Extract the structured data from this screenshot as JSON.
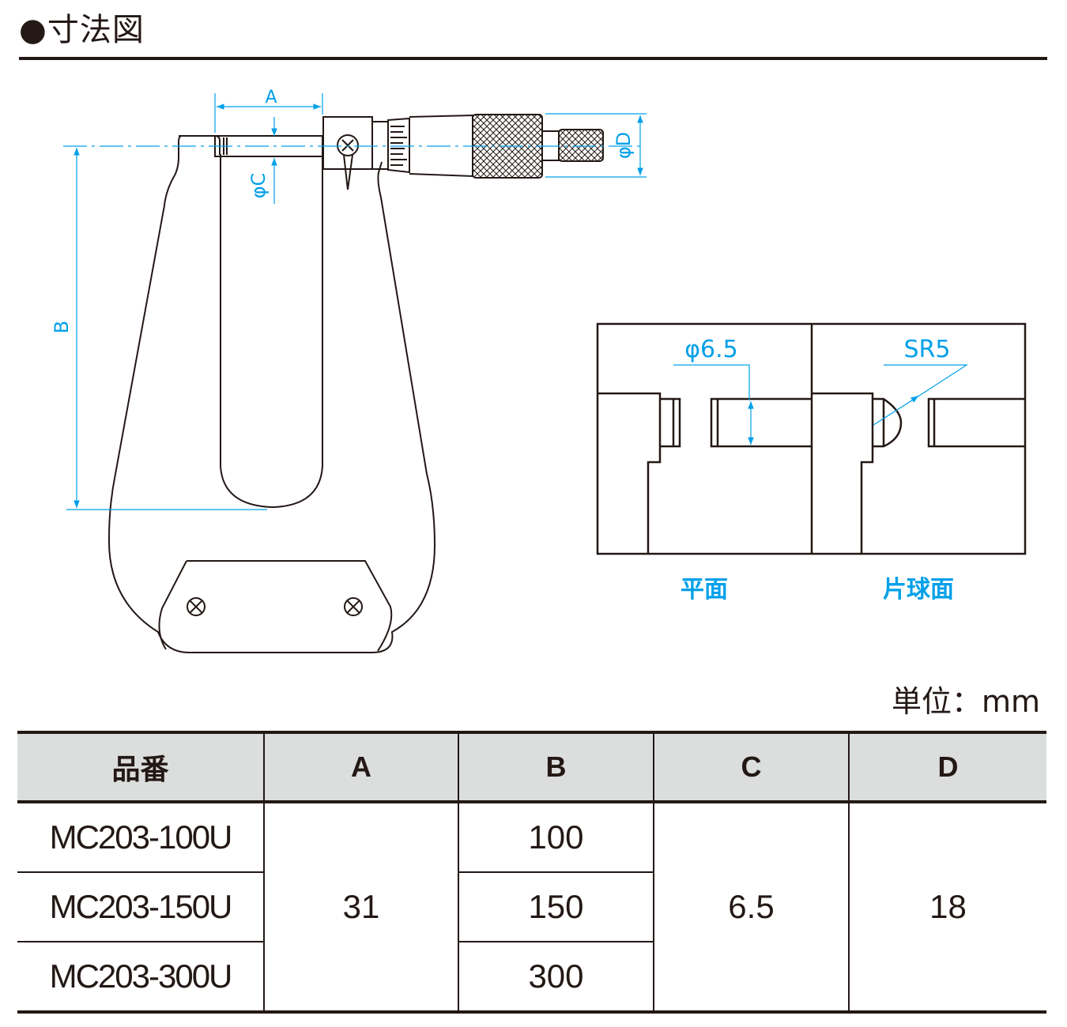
{
  "header": {
    "title": "●寸法図"
  },
  "drawing": {
    "labels": {
      "a": "A",
      "b": "B",
      "c": "φC",
      "d": "φD"
    },
    "detail": {
      "flat_dim": "φ6.5",
      "sphere_dim": "SR5",
      "flat_caption": "平面",
      "sphere_caption": "片球面"
    },
    "colors": {
      "dimension": "#00a0e9",
      "line": "#231815",
      "header_bg": "#dcdddd"
    }
  },
  "unit_label": "単位：mm",
  "table": {
    "headers": [
      "品番",
      "A",
      "B",
      "C",
      "D"
    ],
    "rows": [
      {
        "model": "MC203-100U",
        "b": "100"
      },
      {
        "model": "MC203-150U",
        "b": "150"
      },
      {
        "model": "MC203-300U",
        "b": "300"
      }
    ],
    "shared": {
      "a": "31",
      "c": "6.5",
      "d": "18"
    }
  }
}
